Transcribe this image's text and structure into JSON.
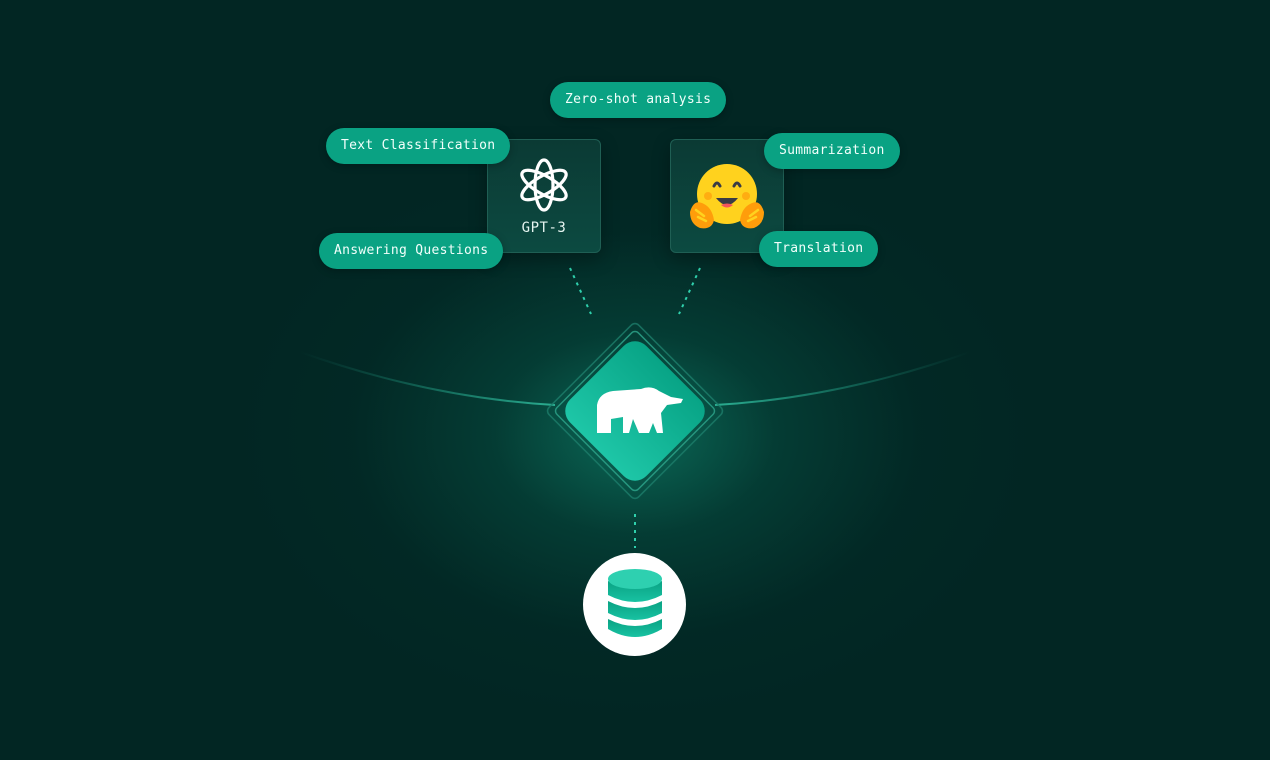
{
  "tasks": {
    "zero_shot": "Zero-shot analysis",
    "text_classification": "Text Classification",
    "answering_questions": "Answering Questions",
    "summarization": "Summarization",
    "translation": "Translation"
  },
  "models": {
    "gpt3": {
      "label": "GPT-3",
      "icon": "openai-logo-icon"
    },
    "huggingface": {
      "icon": "hugging-face-emoji-icon"
    }
  },
  "hub": {
    "icon": "polar-bear-logo-icon"
  },
  "database": {
    "icon": "database-icon"
  },
  "colors": {
    "background": "#022623",
    "accent": "#0aa283",
    "accent_light": "#19c3a2",
    "pill_text": "#f2fffb"
  }
}
